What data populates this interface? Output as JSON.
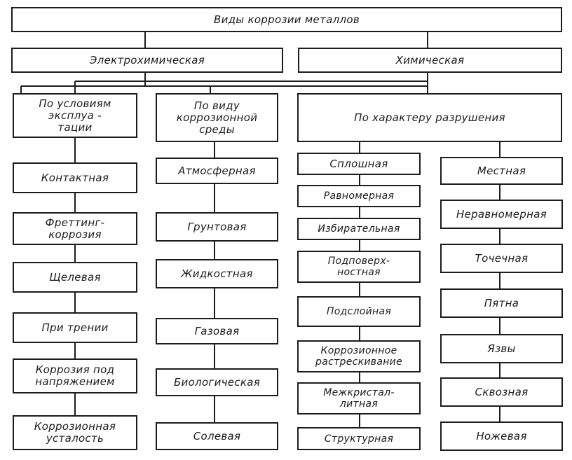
{
  "diagram": {
    "root": "Виды коррозии металлов",
    "electrochemical": "Электрохимическая",
    "chemical": "Химическая",
    "by_conditions": "По условиям\nэксплуа -\nтации",
    "by_medium": "По виду\nкоррозионной\nсреды",
    "by_destruction": "По характеру разрушения",
    "conditions_items": [
      "Контактная",
      "Фреттинг-\nкоррозия",
      "Щелевая",
      "При трении",
      "Коррозия под\nнапряжением",
      "Коррозионная\nусталость"
    ],
    "medium_items": [
      "Атмосферная",
      "Грунтовая",
      "Жидкостная",
      "Газовая",
      "Биологическая",
      "Солевая"
    ],
    "continuous": "Сплошная",
    "continuous_items": [
      "Равномерная",
      "Избирательная",
      "Подповерх-\nностная",
      "Подслойная",
      "Коррозионное\nрастрескивание",
      "Межкристал-\nлитная",
      "Структурная"
    ],
    "local": "Местная",
    "local_items": [
      "Неравномерная",
      "Точечная",
      "Пятна",
      "Язвы",
      "Сквозная",
      "Ножевая"
    ]
  }
}
